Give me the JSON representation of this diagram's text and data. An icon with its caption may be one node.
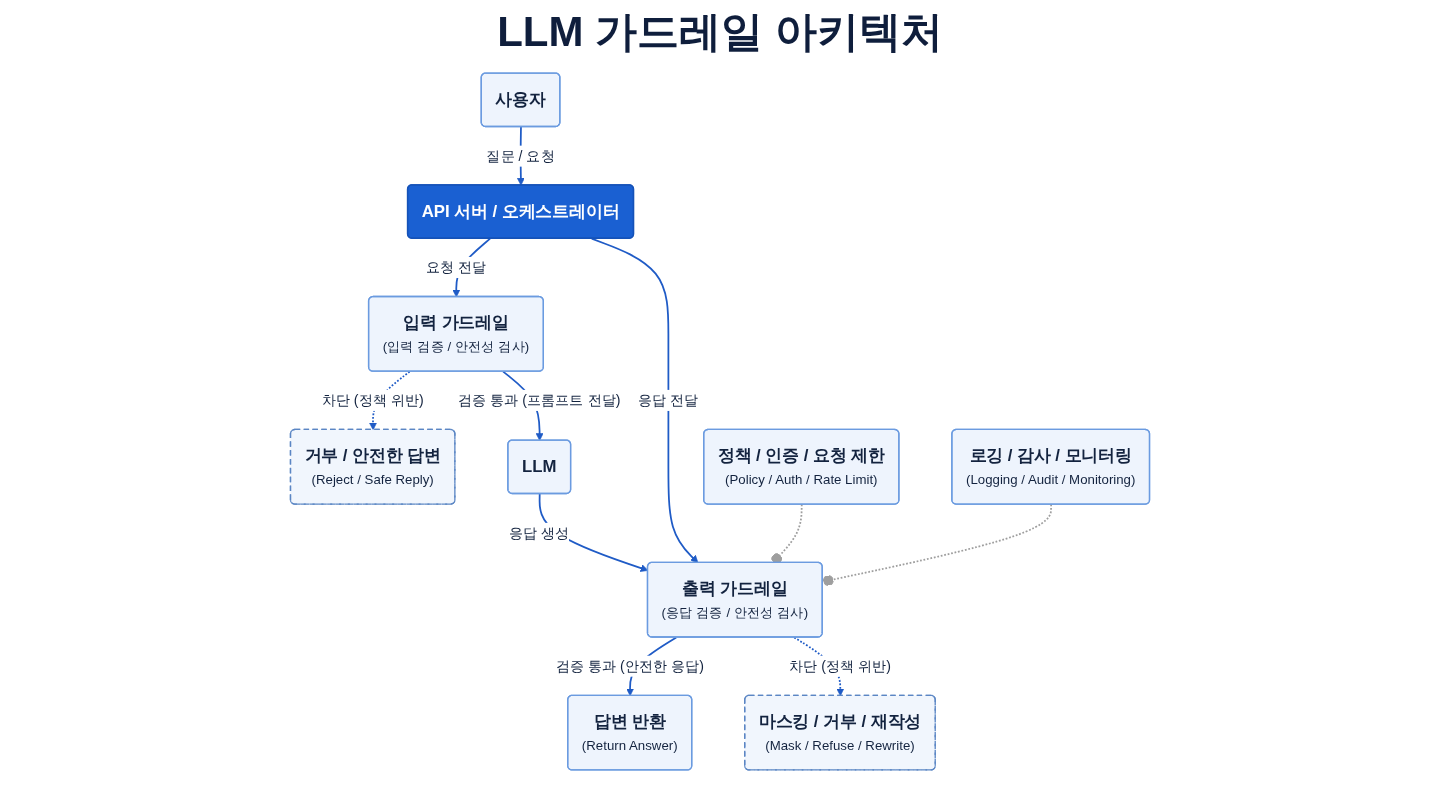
{
  "diagram": {
    "title": "LLM 가드레일 아키텍처",
    "nodes": [
      {
        "text": [
          "거부 / 안전한 답변",
          "(Reject / Safe Reply)"
        ]
      },
      {
        "text": [
          "입력 가드레일",
          "(입력 검증 / 안전성 검사)"
        ]
      },
      {
        "text": [
          "사용자"
        ]
      },
      {
        "text": [
          "API 서버 / 오케스트레이터"
        ]
      },
      {
        "text": [
          "LLM"
        ]
      },
      {
        "text": [
          "답변 반환",
          "(Return Answer)"
        ]
      },
      {
        "text": [
          "출력 가드레일",
          "(응답 검증 / 안전성 검사)"
        ]
      },
      {
        "text": [
          "마스킹 / 거부 / 재작성",
          "(Mask / Refuse / Rewrite)"
        ]
      },
      {
        "text": [
          "정책 / 인증 / 요청 제한",
          "(Policy / Auth / Rate Limit)"
        ]
      },
      {
        "text": [
          "로깅 / 감사 / 모니터링",
          "(Logging / Audit / Monitoring)"
        ]
      }
    ],
    "edges": [
      {
        "from": 1,
        "to": 0,
        "arrow": "to",
        "label": "차단 (정책 위반)",
        "style": "dashed"
      },
      {
        "from": 1,
        "to": 4,
        "arrow": "to",
        "label": "검증 통과 (프롬프트 전달)"
      },
      {
        "from": 3,
        "to": 1,
        "arrow": "to",
        "label": "요청 전달"
      },
      {
        "from": 2,
        "to": 3,
        "arrow": "to",
        "label": "질문 / 요청"
      },
      {
        "from": 4,
        "to": 6,
        "arrow": "to",
        "label": "응답 생성"
      },
      {
        "from": 3,
        "to": 6,
        "arrow": "to",
        "label": "응답 전달"
      },
      {
        "from": 6,
        "to": 5,
        "arrow": "to",
        "label": "검증 통과 (안전한 응답)"
      },
      {
        "from": 6,
        "to": 7,
        "arrow": "to",
        "label": "차단 (정책 위반)",
        "style": "dashed"
      },
      {
        "from": 8,
        "to": 6,
        "arrow": "other",
        "style": "dashed",
        "color": "#9e9e9e"
      },
      {
        "from": 9,
        "to": 6,
        "arrow": "other",
        "style": "dashed",
        "color": "#9e9e9e"
      }
    ]
  }
}
